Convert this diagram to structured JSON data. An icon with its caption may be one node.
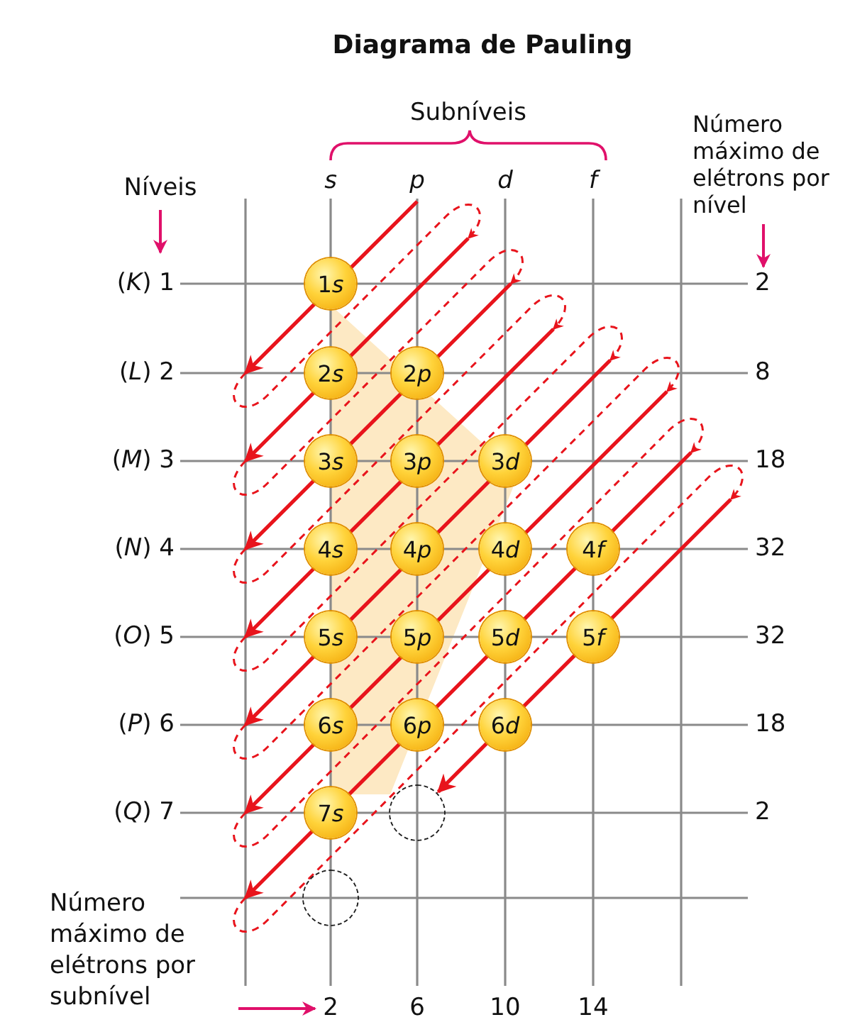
{
  "diagram": {
    "title": "Diagrama de Pauling",
    "nodes": [
      {
        "text": [
          "1s"
        ]
      },
      {
        "text": [
          "2s"
        ]
      },
      {
        "text": [
          "2p"
        ]
      },
      {
        "text": [
          "3s"
        ]
      },
      {
        "text": [
          "3p"
        ]
      },
      {
        "text": [
          "3d"
        ]
      },
      {
        "text": [
          "4s"
        ]
      },
      {
        "text": [
          "4p"
        ]
      },
      {
        "text": [
          "4d"
        ]
      },
      {
        "text": [
          "4f"
        ]
      },
      {
        "text": [
          "5s"
        ]
      },
      {
        "text": [
          "5p"
        ]
      },
      {
        "text": [
          "5d"
        ]
      },
      {
        "text": [
          "5f"
        ]
      },
      {
        "text": [
          "6s"
        ]
      },
      {
        "text": [
          "6p"
        ]
      },
      {
        "text": [
          "6d"
        ]
      },
      {
        "text": [
          "7s"
        ]
      },
      {
        "text": [],
        "shape": "circle"
      },
      {
        "text": [],
        "shape": "circle"
      }
    ],
    "labels": [
      "Subníveis",
      "Número máximo de elétrons por nível",
      "Níveis",
      "s",
      "p",
      "d",
      "f",
      "(*K*) 1",
      "2",
      "(*L*) 2",
      "8",
      "(*M*) 3",
      "18",
      "(*N*) 4",
      "32",
      "(*O*) 5",
      "32",
      "(*P*) 6",
      "18",
      "(*Q*) 7",
      "2",
      "Número máximo de elétrons por subnível",
      "2",
      "6",
      "10",
      "14"
    ]
  }
}
